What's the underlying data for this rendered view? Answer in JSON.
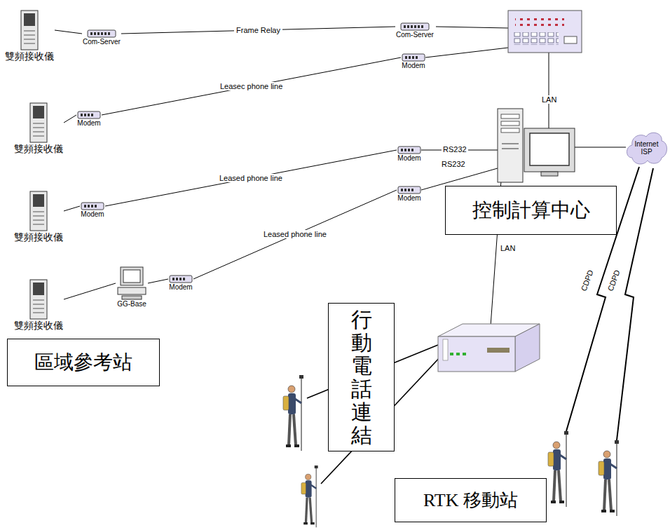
{
  "diagram": {
    "nodes": [
      {
        "text": [
          "雙頻接收儀"
        ]
      },
      {
        "text": [
          "Com-Server"
        ]
      },
      {
        "text": [
          "Com-Server"
        ]
      },
      {
        "text": [
          "雙頻接收儀"
        ]
      },
      {
        "text": [
          "Modem"
        ]
      },
      {
        "text": [
          "Modem"
        ]
      },
      {
        "text": [
          "雙頻接收儀"
        ]
      },
      {
        "text": [
          "Modem"
        ]
      },
      {
        "text": [
          "Modem"
        ]
      },
      {
        "text": [
          "雙頻接收儀"
        ]
      },
      {
        "text": [
          "GG-Base"
        ]
      },
      {
        "text": [
          "Modem"
        ]
      },
      {
        "text": [
          "Modem"
        ]
      },
      {
        "text": [
          "控制計算中心"
        ]
      },
      {
        "text": [
          "區域參考站"
        ]
      },
      {
        "text": [
          "行動電話連結"
        ]
      },
      {
        "text": [
          "RTK 移動站"
        ]
      },
      {
        "text": [
          "Internet ISP"
        ]
      }
    ],
    "edges": [
      {
        "from": 0,
        "to": 1,
        "arrow": "none"
      },
      {
        "from": 1,
        "to": 2,
        "label": "Frame Relay",
        "arrow": "none"
      },
      {
        "from": 3,
        "to": 4,
        "arrow": "none"
      },
      {
        "from": 4,
        "to": 5,
        "label": "Leasec phone line",
        "arrow": "none"
      },
      {
        "from": 6,
        "to": 7,
        "arrow": "none"
      },
      {
        "from": 7,
        "to": 8,
        "label": "Leased phone line",
        "arrow": "none"
      },
      {
        "from": 9,
        "to": 10,
        "arrow": "none"
      },
      {
        "from": 10,
        "to": 11,
        "arrow": "none"
      },
      {
        "from": 11,
        "to": 12,
        "label": "Leased phone line",
        "arrow": "none"
      }
    ],
    "labels": [
      "LAN",
      "RS232",
      "RS232",
      "LAN",
      "CDPD",
      "CDPD"
    ]
  }
}
